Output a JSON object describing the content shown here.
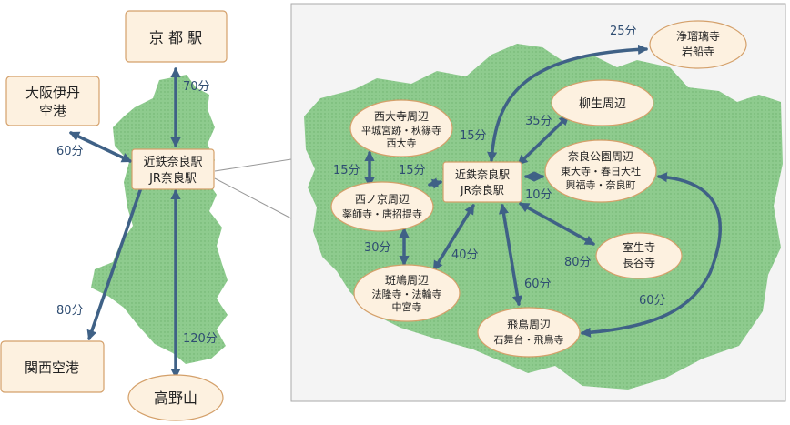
{
  "colors": {
    "land": "#8ecb8e",
    "land_dot": "#6fb36f",
    "arrow": "#3f6186",
    "label": "#2f4d72",
    "box_fill": "#fdf1e0",
    "box_stroke": "#d4a06a",
    "panel_fill": "#f4f4f4",
    "panel_stroke": "#aaaaaa"
  },
  "main_map": {
    "kyoto": "京 都 駅",
    "itami": [
      "大阪伊丹",
      "空港"
    ],
    "nara_station": [
      "近鉄奈良駅",
      "JR奈良駅"
    ],
    "kansai": "関西空港",
    "koyasan": "高野山",
    "times": {
      "kyoto": "70分",
      "itami": "60分",
      "kansai": "80分",
      "koyasan": "120分"
    }
  },
  "inset_map": {
    "center": [
      "近鉄奈良駅",
      "JR奈良駅"
    ],
    "saidaiji": [
      "西大寺周辺",
      "平城宮跡・秋篠寺",
      "西大寺"
    ],
    "nishinokyo": [
      "西ノ京周辺",
      "薬師寺・唐招提寺"
    ],
    "ikaruga": [
      "斑鳩周辺",
      "法隆寺・法輪寺",
      "中宮寺"
    ],
    "asuka": [
      "飛鳥周辺",
      "石舞台・飛鳥寺"
    ],
    "muro": [
      "室生寺",
      "長谷寺"
    ],
    "narakoen": [
      "奈良公園周辺",
      "東大寺・春日大社",
      "興福寺・奈良町"
    ],
    "yagyu": "柳生周辺",
    "joruri": [
      "浄瑠璃寺",
      "岩船寺"
    ],
    "times": {
      "joruri": "25分",
      "yagyu": "35分",
      "saidaiji_center": "15分",
      "saidaiji_nishinokyo": "15分",
      "nishinokyo_center": "15分",
      "narakoen": "10分",
      "nishinokyo_ikaruga": "30分",
      "ikaruga": "40分",
      "asuka": "60分",
      "muro": "80分",
      "narakoen_asuka": "60分"
    }
  }
}
